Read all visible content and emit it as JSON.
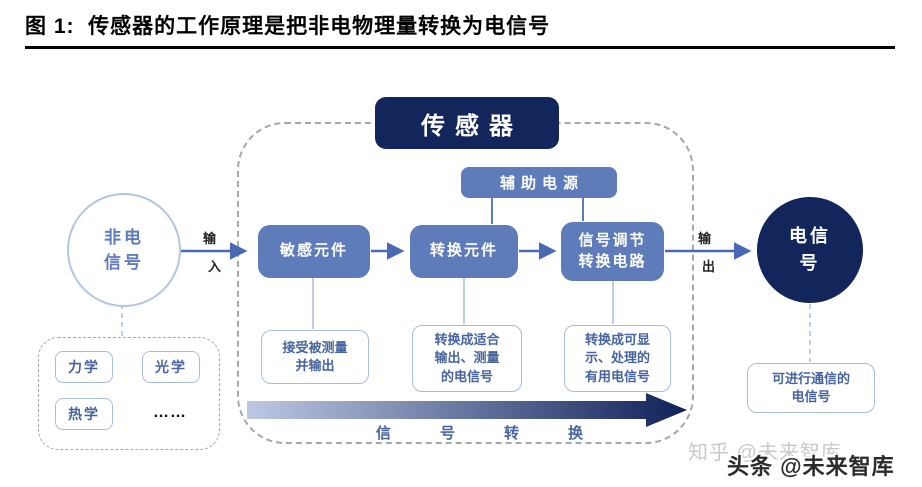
{
  "figure": {
    "title": "图 1:  传感器的工作原理是把非电物理量转换为电信号"
  },
  "diagram": {
    "sensor_title": "传感器",
    "aux_power_label": "辅助电源",
    "input_circle_label": "非电\n信号",
    "output_circle_label": "电信\n号",
    "input_arrow_label": {
      "top": "输",
      "bottom": "入"
    },
    "output_arrow_label": {
      "top": "输",
      "bottom": "出"
    },
    "stages": [
      {
        "label": "敏感元件",
        "note": "接受被测量\n并输出"
      },
      {
        "label": "转换元件",
        "note": "转换成适合\n输出、测量\n的电信号"
      },
      {
        "label": "信号调节\n转换电路",
        "note": "转换成可显\n示、处理的\n有用电信号"
      }
    ],
    "signal_flow_label": "信号转换",
    "input_categories": [
      "力学",
      "光学",
      "热学",
      "……"
    ],
    "output_note": "可进行通信的\n电信号",
    "colors": {
      "navy": "#12265c",
      "box_blue": "#5f7cba",
      "light_border": "#a9bedb",
      "note_text": "#47649f",
      "arrow_gradient_start": "#bcc9e3",
      "arrow_gradient_end": "#0f2158"
    }
  },
  "watermarks": {
    "zhihu": "知乎 @未来智库",
    "toutiao": "头条 @未来智库"
  }
}
